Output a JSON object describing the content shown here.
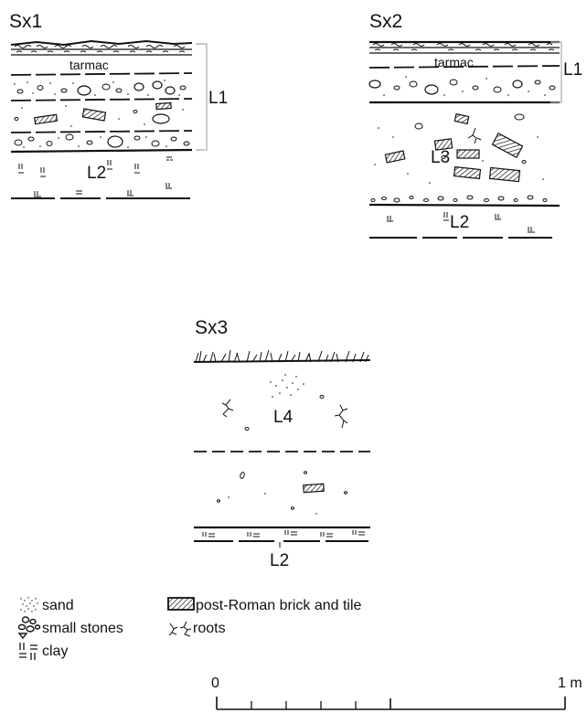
{
  "sections": {
    "sx1": {
      "title": "Sx1",
      "tarmac": "tarmac",
      "l1": "L1",
      "l2": "L2"
    },
    "sx2": {
      "title": "Sx2",
      "tarmac": "tarmac",
      "l1": "L1",
      "l2": "L2",
      "l3": "L3"
    },
    "sx3": {
      "title": "Sx3",
      "l2": "L2",
      "l4": "L4"
    }
  },
  "legend": {
    "sand": "sand",
    "small_stones": "small stones",
    "clay": "clay",
    "brick_tile": "post-Roman brick and tile",
    "roots": "roots"
  },
  "scale": {
    "start": "0",
    "end": "1 m"
  },
  "colors": {
    "ink": "#111111",
    "bracket": "#aaaaaa"
  }
}
